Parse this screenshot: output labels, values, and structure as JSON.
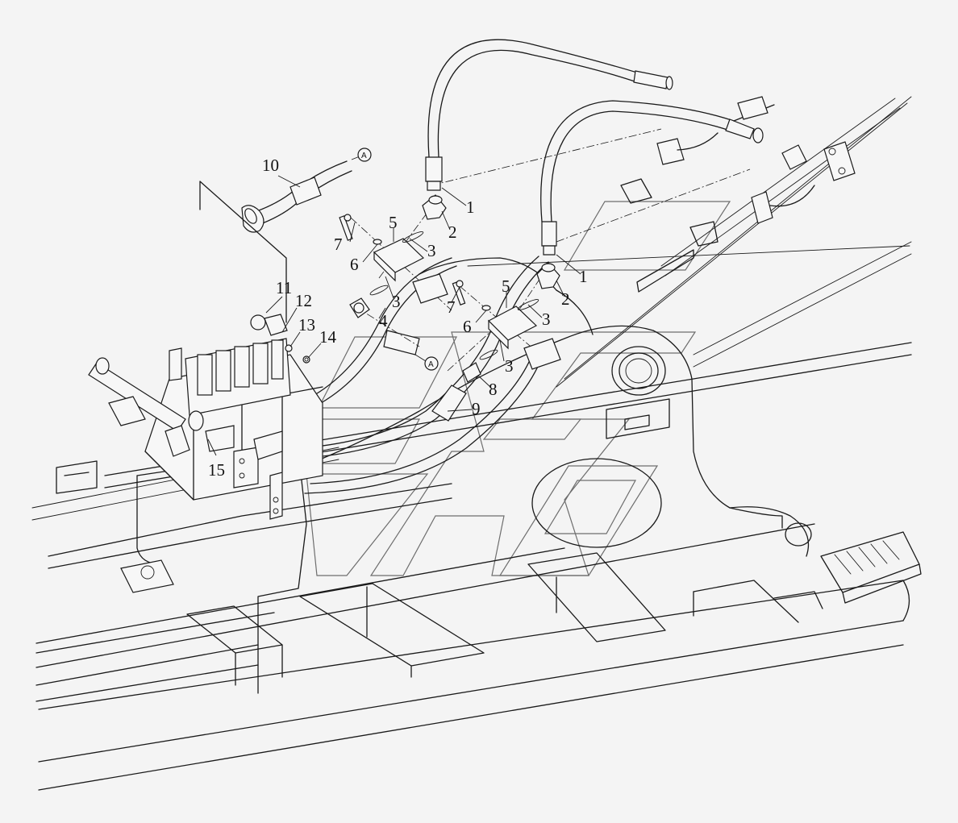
{
  "callouts": [
    "1",
    "2",
    "3",
    "4",
    "5",
    "6",
    "7",
    "8",
    "9",
    "10",
    "11",
    "12",
    "13",
    "14",
    "15"
  ],
  "reference_marker": "A",
  "colors": {
    "line": "#1a1a1a",
    "watermark": "#6d6d6d",
    "background": "#f4f4f4"
  }
}
